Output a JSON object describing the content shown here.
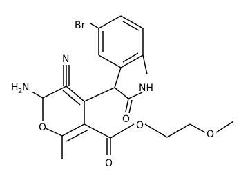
{
  "molecule": {
    "atom_labels": {
      "br": "Br",
      "nh": "NH",
      "h": "H",
      "n_nitrile": "N",
      "nh2_h": "H",
      "nh2_2": "2",
      "nh2_n": "N",
      "o_ring": "O",
      "o_carbonyl_indol": "O",
      "o_ester_carbonyl": "O",
      "o_ester": "O",
      "o_ether": "O"
    }
  }
}
